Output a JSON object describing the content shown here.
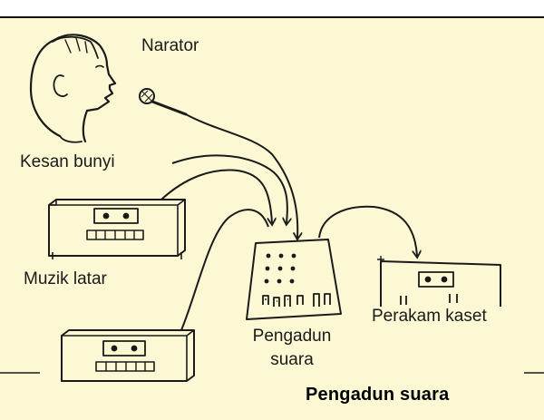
{
  "labels": {
    "narrator": "Narator",
    "sound_effects": "Kesan bunyi",
    "background_music": "Muzik latar",
    "mixer_line1": "Pengadun",
    "mixer_line2": "suara",
    "recorder": "Perakam kaset"
  },
  "caption": "Pengadun suara",
  "colors": {
    "panel_background": "#fcf8d4",
    "ink": "#1a1a1a"
  }
}
